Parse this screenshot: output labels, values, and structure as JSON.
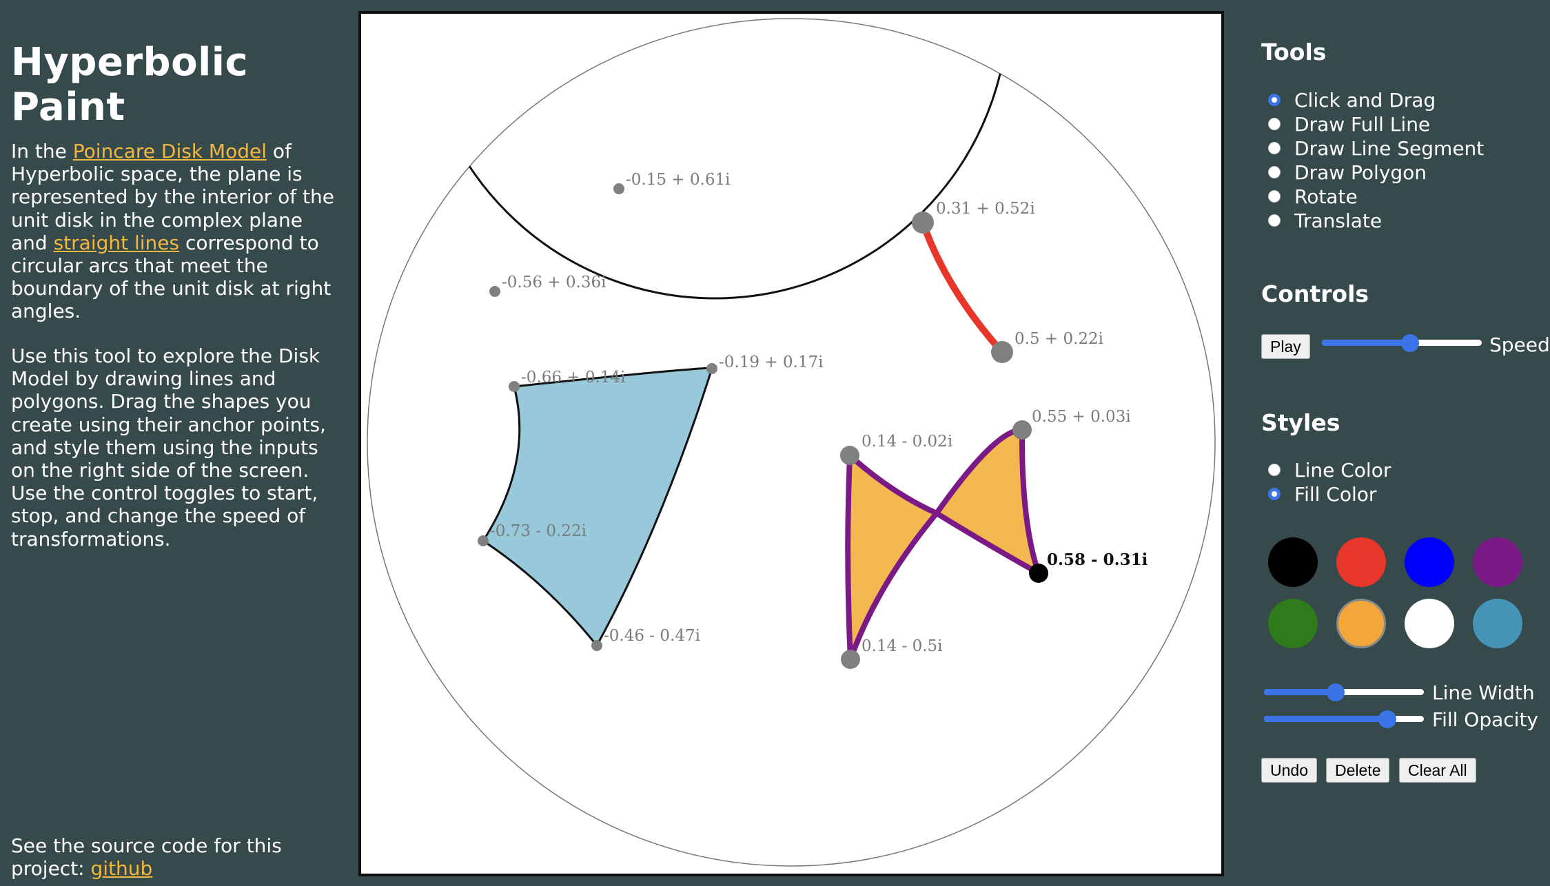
{
  "left": {
    "title": "Hyperbolic Paint",
    "intro": {
      "pre": "In the ",
      "link1": "Poincare Disk Model",
      "mid": " of Hyperbolic space, the plane is represented by the interior of the unit disk in the complex plane and ",
      "link2": "straight lines",
      "post": " correspond to circular arcs that meet the boundary of the unit disk at right angles."
    },
    "usage": "Use this tool to explore the Disk Model by drawing lines and polygons. Drag the shapes you create using their anchor points, and style them using the inputs on the right side of the screen. Use the control toggles to start, stop, and change the speed of transformations.",
    "source": {
      "pre": "See the source code for this project: ",
      "link": "github"
    },
    "link_color": "#f3b73f"
  },
  "canvas": {
    "labels": {
      "l1": "-0.15 + 0.61i",
      "l2": "-0.56 + 0.36i",
      "l3": "0.31 + 0.52i",
      "l4": "0.5 + 0.22i",
      "l5": "-0.66 + 0.14i",
      "l6": "-0.19 + 0.17i",
      "l7": "-0.73 - 0.22i",
      "l8": "-0.46 - 0.47i",
      "l9": "0.14 - 0.02i",
      "l10": "0.55 + 0.03i",
      "l11": "0.58 - 0.31i",
      "l12": "0.14 - 0.5i"
    },
    "colors": {
      "segment": "#e8372a",
      "polygon1_fill": "#98c9db",
      "polygon2_fill": "#f3b84f",
      "polygon2_stroke": "#7b1a87"
    }
  },
  "tools": {
    "title": "Tools",
    "options": [
      "Click and Drag",
      "Draw Full Line",
      "Draw Line Segment",
      "Draw Polygon",
      "Rotate",
      "Translate"
    ],
    "selected": "Click and Drag"
  },
  "controls": {
    "title": "Controls",
    "play_label": "Play",
    "speed_label": "Speed",
    "speed_value": 0.55
  },
  "styles": {
    "title": "Styles",
    "options": [
      "Line Color",
      "Fill Color"
    ],
    "selected": "Fill Color",
    "swatches": [
      "#000000",
      "#e8372a",
      "#0000ff",
      "#7b1a87",
      "#2f7a1a",
      "#f3a63a",
      "#ffffff",
      "#4595b8"
    ],
    "selected_swatch": "#f3a63a",
    "line_width_label": "Line Width",
    "line_width_value": 0.45,
    "fill_opacity_label": "Fill Opacity",
    "fill_opacity_value": 0.77,
    "undo_label": "Undo",
    "delete_label": "Delete",
    "clear_label": "Clear All"
  }
}
